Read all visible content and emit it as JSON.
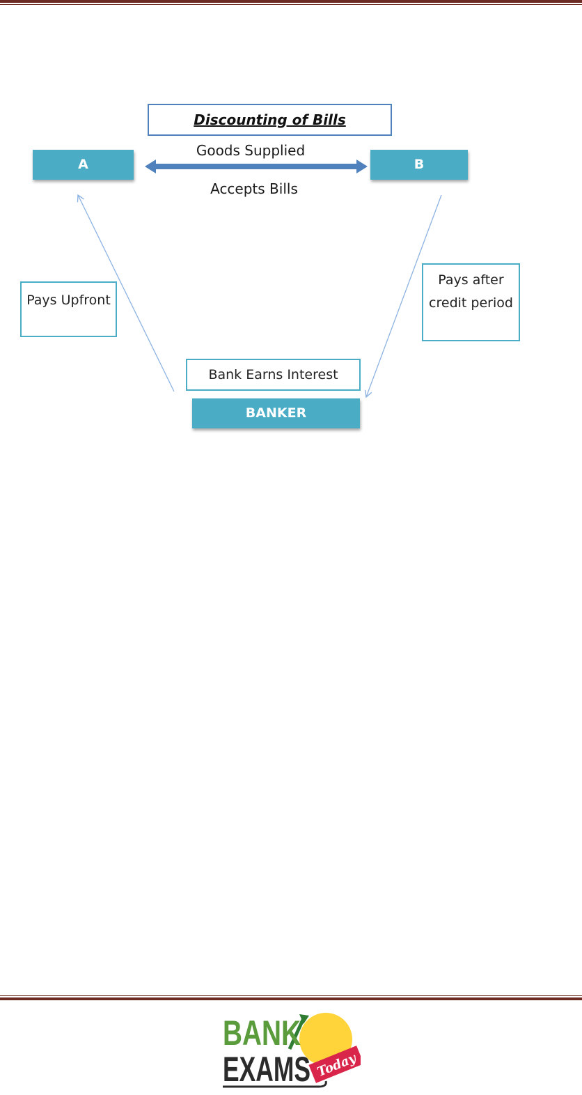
{
  "diagram": {
    "title": "Discounting of Bills",
    "nodes": {
      "a": "A",
      "b": "B",
      "banker": "BANKER"
    },
    "edge_labels": {
      "top_upper": "Goods Supplied",
      "top_lower": "Accepts Bills",
      "left": "Pays Upfront",
      "right": "Pays after credit period",
      "bank": "Bank Earns Interest"
    }
  },
  "logo": {
    "word1": "BANK",
    "word2": "EXAMS",
    "word3": "Today"
  },
  "colors": {
    "node_fill": "#4bacc6",
    "rule": "#6b2a22",
    "arrow_main": "#4f81bd",
    "arrow_thin": "#8db3e2"
  }
}
